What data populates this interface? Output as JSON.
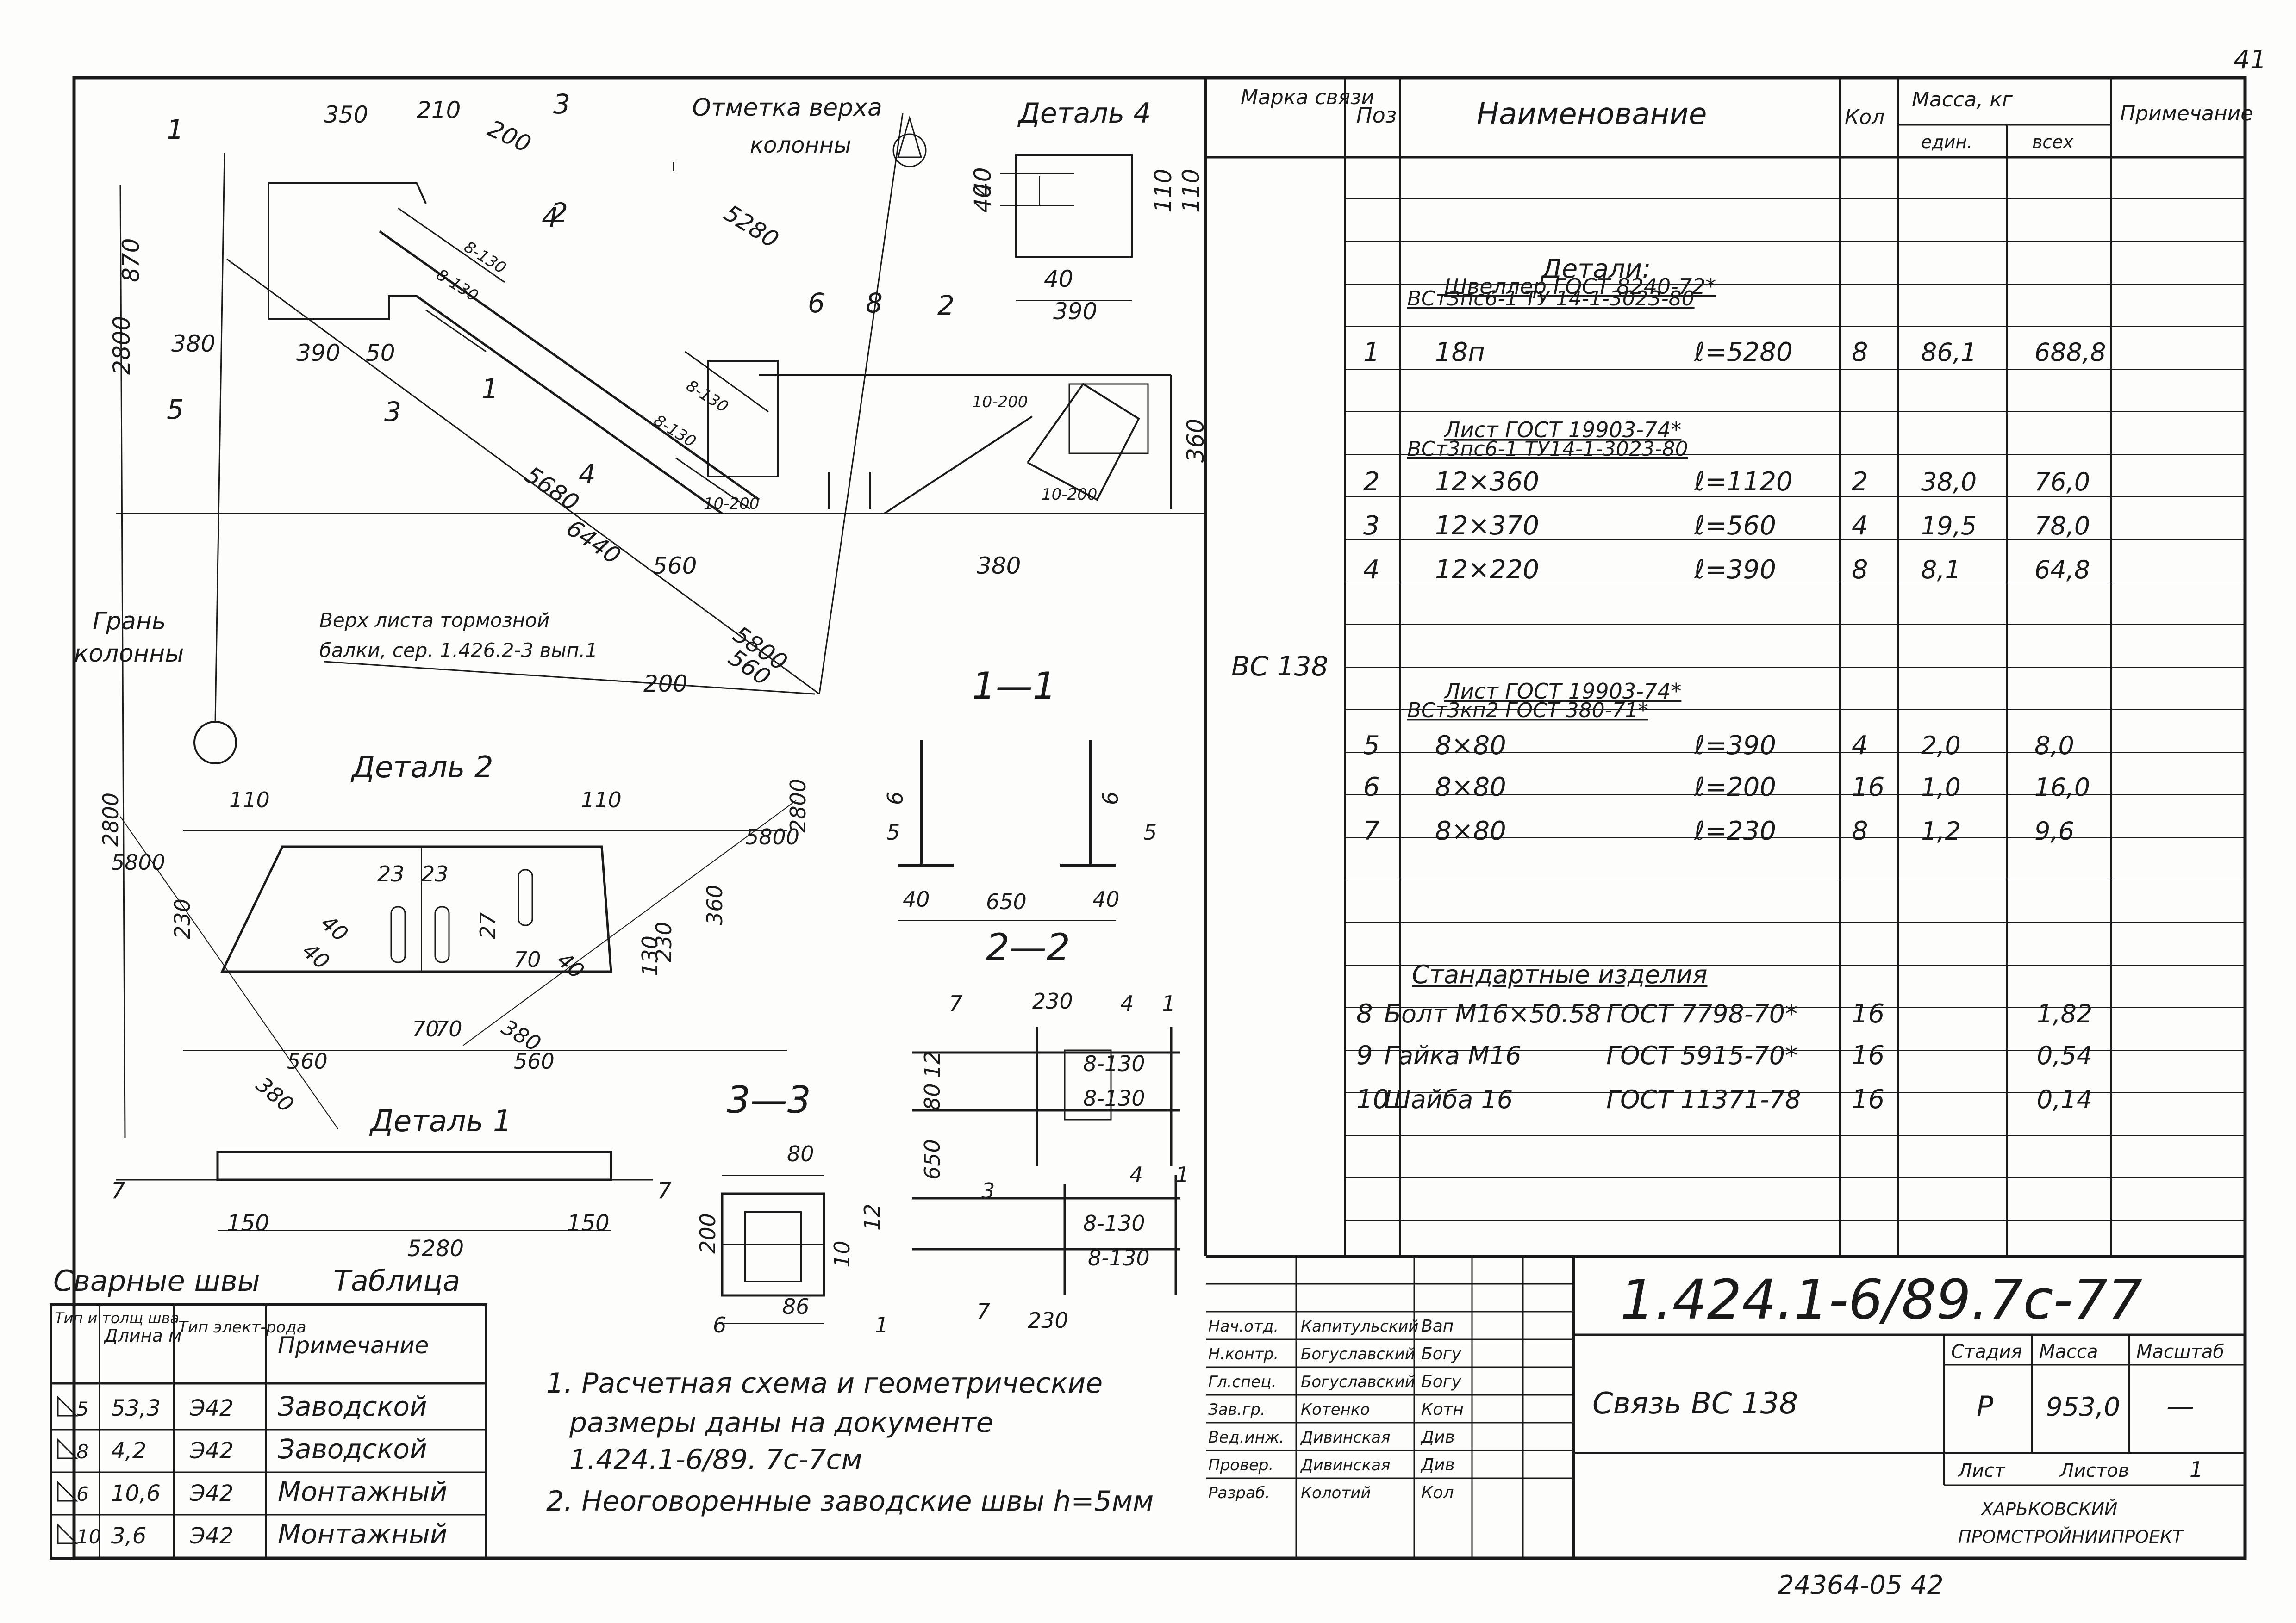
{
  "sheet_number": "41",
  "document_code": "1.424.1-6/89.7с-77",
  "archive_number": "24364-05 42",
  "title": "Связь ВС 138",
  "organization": "ХАРЬКОВСКИЙ ПРОМСТРОЙНИИПРОЕКТ",
  "title_block": {
    "stage_label": "Стадия",
    "mass_label": "Масса",
    "scale_label": "Масштаб",
    "stage_value": "Р",
    "mass_value": "953,0",
    "scale_value": "—",
    "sheet_label": "Лист",
    "sheets_label": "Листов",
    "sheets_value": "1",
    "roles": [
      {
        "role": "Нач.отд.",
        "name": "Капитульский",
        "signature": "Вап"
      },
      {
        "role": "Н.контр.",
        "name": "Богуславский",
        "signature": "Богу"
      },
      {
        "role": "Гл.спец.",
        "name": "Богуславский",
        "signature": "Богу"
      },
      {
        "role": "Зав.гр.",
        "name": "Котенко",
        "signature": "Котн"
      },
      {
        "role": "Вед.инж.",
        "name": "Дивинская",
        "signature": "Див"
      },
      {
        "role": "Провер.",
        "name": "Дивинская",
        "signature": "Див"
      },
      {
        "role": "Разраб.",
        "name": "Колотий",
        "signature": "Кол"
      }
    ]
  },
  "spec": {
    "headers": {
      "mark": "Марка связи",
      "pos": "Поз",
      "name": "Наименование",
      "qty": "Кол",
      "mass": "Масса, кг",
      "unit": "един.",
      "total": "всех",
      "note": "Примечание"
    },
    "brace_mark": "ВС 138",
    "section_details": "Детали:",
    "groups": [
      {
        "header1": "Швеллер   ГОСТ 8240-72*",
        "header2": "ВСт3пс6-1 ТУ 14-1-3023-80",
        "rows": [
          {
            "pos": "1",
            "name": "18п",
            "len": "ℓ=5280",
            "qty": "8",
            "unit": "86,1",
            "total": "688,8"
          }
        ]
      },
      {
        "header1": "Лист   ГОСТ 19903-74*",
        "header2": "ВСт3пс6-1  ТУ14-1-3023-80",
        "rows": [
          {
            "pos": "2",
            "name": "12×360",
            "len": "ℓ=1120",
            "qty": "2",
            "unit": "38,0",
            "total": "76,0"
          },
          {
            "pos": "3",
            "name": "12×370",
            "len": "ℓ=560",
            "qty": "4",
            "unit": "19,5",
            "total": "78,0"
          },
          {
            "pos": "4",
            "name": "12×220",
            "len": "ℓ=390",
            "qty": "8",
            "unit": "8,1",
            "total": "64,8"
          }
        ]
      },
      {
        "header1": "Лист   ГОСТ 19903-74*",
        "header2": "ВСт3кп2   ГОСТ 380-71*",
        "rows": [
          {
            "pos": "5",
            "name": "8×80",
            "len": "ℓ=390",
            "qty": "4",
            "unit": "2,0",
            "total": "8,0"
          },
          {
            "pos": "6",
            "name": "8×80",
            "len": "ℓ=200",
            "qty": "16",
            "unit": "1,0",
            "total": "16,0"
          },
          {
            "pos": "7",
            "name": "8×80",
            "len": "ℓ=230",
            "qty": "8",
            "unit": "1,2",
            "total": "9,6"
          }
        ]
      }
    ],
    "standard_header": "Стандартные изделия",
    "standard_rows": [
      {
        "pos": "8",
        "name": "Болт   М16×50.58",
        "std": "ГОСТ 7798-70*",
        "qty": "16",
        "total": "1,82"
      },
      {
        "pos": "9",
        "name": "Гайка М16",
        "std": "ГОСТ 5915-70*",
        "qty": "16",
        "total": "0,54"
      },
      {
        "pos": "10",
        "name": "Шайба 16",
        "std": "ГОСТ 11371-78",
        "qty": "16",
        "total": "0,14"
      }
    ]
  },
  "weld_table": {
    "title": "Сварные швы",
    "title2": "Таблица",
    "headers": {
      "type": "Тип и толщ шва",
      "length": "Длина м",
      "electrode": "Тип элект-рода",
      "note": "Примечание"
    },
    "rows": [
      {
        "type": "5",
        "length": "53,3",
        "electrode": "Э42",
        "note": "Заводской"
      },
      {
        "type": "8",
        "length": "4,2",
        "electrode": "Э42",
        "note": "Заводской"
      },
      {
        "type": "6",
        "length": "10,6",
        "electrode": "Э42",
        "note": "Монтажный"
      },
      {
        "type": "10",
        "length": "3,6",
        "electrode": "Э42",
        "note": "Монтажный"
      }
    ]
  },
  "notes": [
    "1. Расчетная схема и геометрические",
    "размеры даны на документе",
    "1.424.1-6/89. 7с-7см",
    "2. Неоговоренные заводские швы h=5мм"
  ],
  "drawing": {
    "top_elev_label": "Отметка верха",
    "top_elev_label2": "колонны",
    "column_face": "Грань",
    "column_face2": "колонны",
    "beam_top": "Верх листа тормозной",
    "beam_top2": "балки, сер. 1.426.2-3 вып.1",
    "detail4": "Деталь 4",
    "detail2": "Деталь 2",
    "detail1": "Деталь 1",
    "sec11": "1—1",
    "sec22": "2—2",
    "sec33": "3—3",
    "dims_main": [
      "350",
      "210",
      "200",
      "5280",
      "870",
      "2800",
      "380",
      "390",
      "50",
      "5680",
      "6440",
      "560",
      "560",
      "380",
      "5800",
      "200",
      "360"
    ],
    "pos_main": [
      "1",
      "2",
      "3",
      "4",
      "4",
      "5",
      "6",
      "8",
      "1",
      "2",
      "3"
    ],
    "weld_main": [
      "8-130",
      "8-130",
      "8-130",
      "8-130",
      "10-200",
      "10-200",
      "10-200"
    ],
    "d4_dims": [
      "40",
      "40",
      "110",
      "110",
      "40",
      "390"
    ],
    "d2_dims": [
      "2800",
      "5800",
      "110",
      "110",
      "2800",
      "5800",
      "230",
      "23",
      "23",
      "40",
      "40",
      "27",
      "70",
      "40",
      "230",
      "360",
      "130",
      "70",
      "70",
      "560",
      "380",
      "560",
      "380"
    ],
    "d1_dims": [
      "7",
      "7",
      "150",
      "5280",
      "150"
    ],
    "s11_dims": [
      "5",
      "5",
      "6",
      "6",
      "40",
      "650",
      "40"
    ],
    "s22_dims": [
      "7",
      "230",
      "4",
      "1",
      "12",
      "80",
      "650",
      "3",
      "4",
      "1",
      "7",
      "230",
      "8-130",
      "8-130",
      "8-130",
      "8-130"
    ],
    "s33_dims": [
      "80",
      "200",
      "10",
      "12",
      "86",
      "6",
      "1"
    ]
  }
}
